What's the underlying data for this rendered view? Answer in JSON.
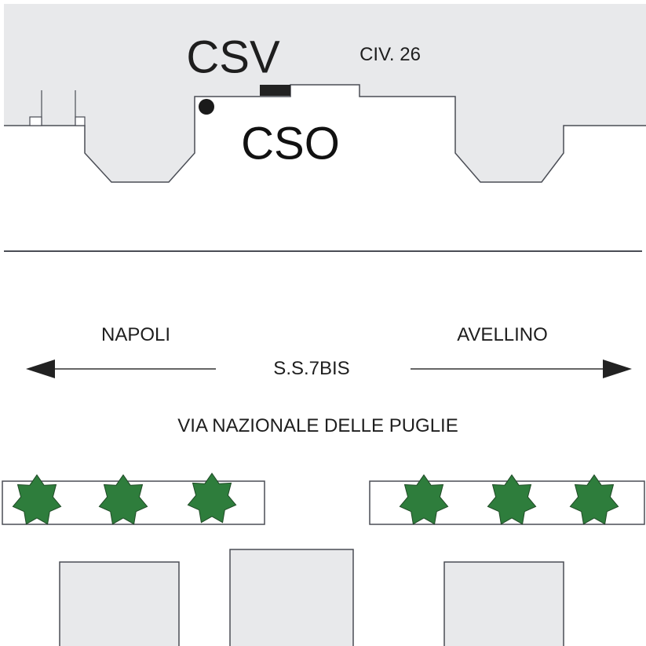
{
  "labels": {
    "csv": "CSV",
    "civ": "CIV. 26",
    "cso": "CSO",
    "napoli": "NAPOLI",
    "avellino": "AVELLINO",
    "road_code": "S.S.7BIS",
    "street": "VIA NAZIONALE DELLE PUGLIE"
  },
  "colors": {
    "building": "#e8e9eb",
    "tree": "#2e7d3c",
    "line": "#4a4d55"
  }
}
